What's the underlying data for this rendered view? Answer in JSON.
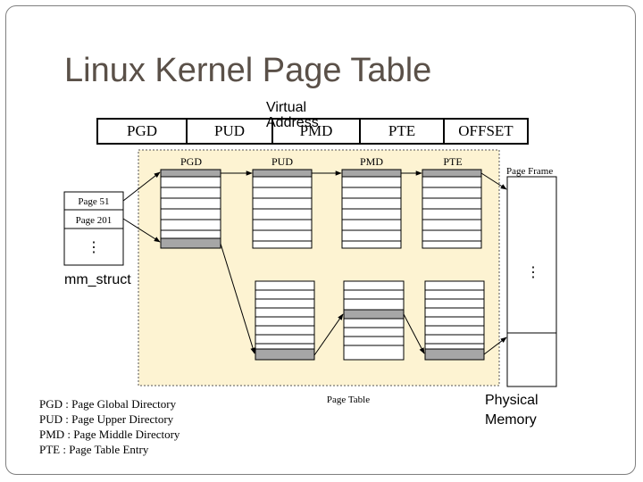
{
  "title": "Linux Kernel Page Table",
  "virtual_address": {
    "label": "Virtual Address",
    "fields": [
      "PGD",
      "PUD",
      "PMD",
      "PTE",
      "OFFSET"
    ]
  },
  "diagram": {
    "table_labels": [
      "PGD",
      "PUD",
      "PMD",
      "PTE"
    ],
    "page_frame_label": "Page Frame",
    "page_table_label": "Page Table",
    "mm_struct_entries": [
      "Page 51",
      "Page 201",
      "⋮"
    ],
    "mm_struct_label": "mm_struct",
    "page_frame_dots": "⋮"
  },
  "abbreviations": [
    "PGD : Page Global Directory",
    "PUD : Page Upper Directory",
    "PMD : Page Middle Directory",
    "PTE : Page Table Entry"
  ],
  "physical_memory": {
    "line1": "Physical",
    "line2": "Memory"
  },
  "colors": {
    "panel_background": "#fdf3d2",
    "title_color": "#5a5048",
    "highlight_row": "#a6a6a6"
  }
}
